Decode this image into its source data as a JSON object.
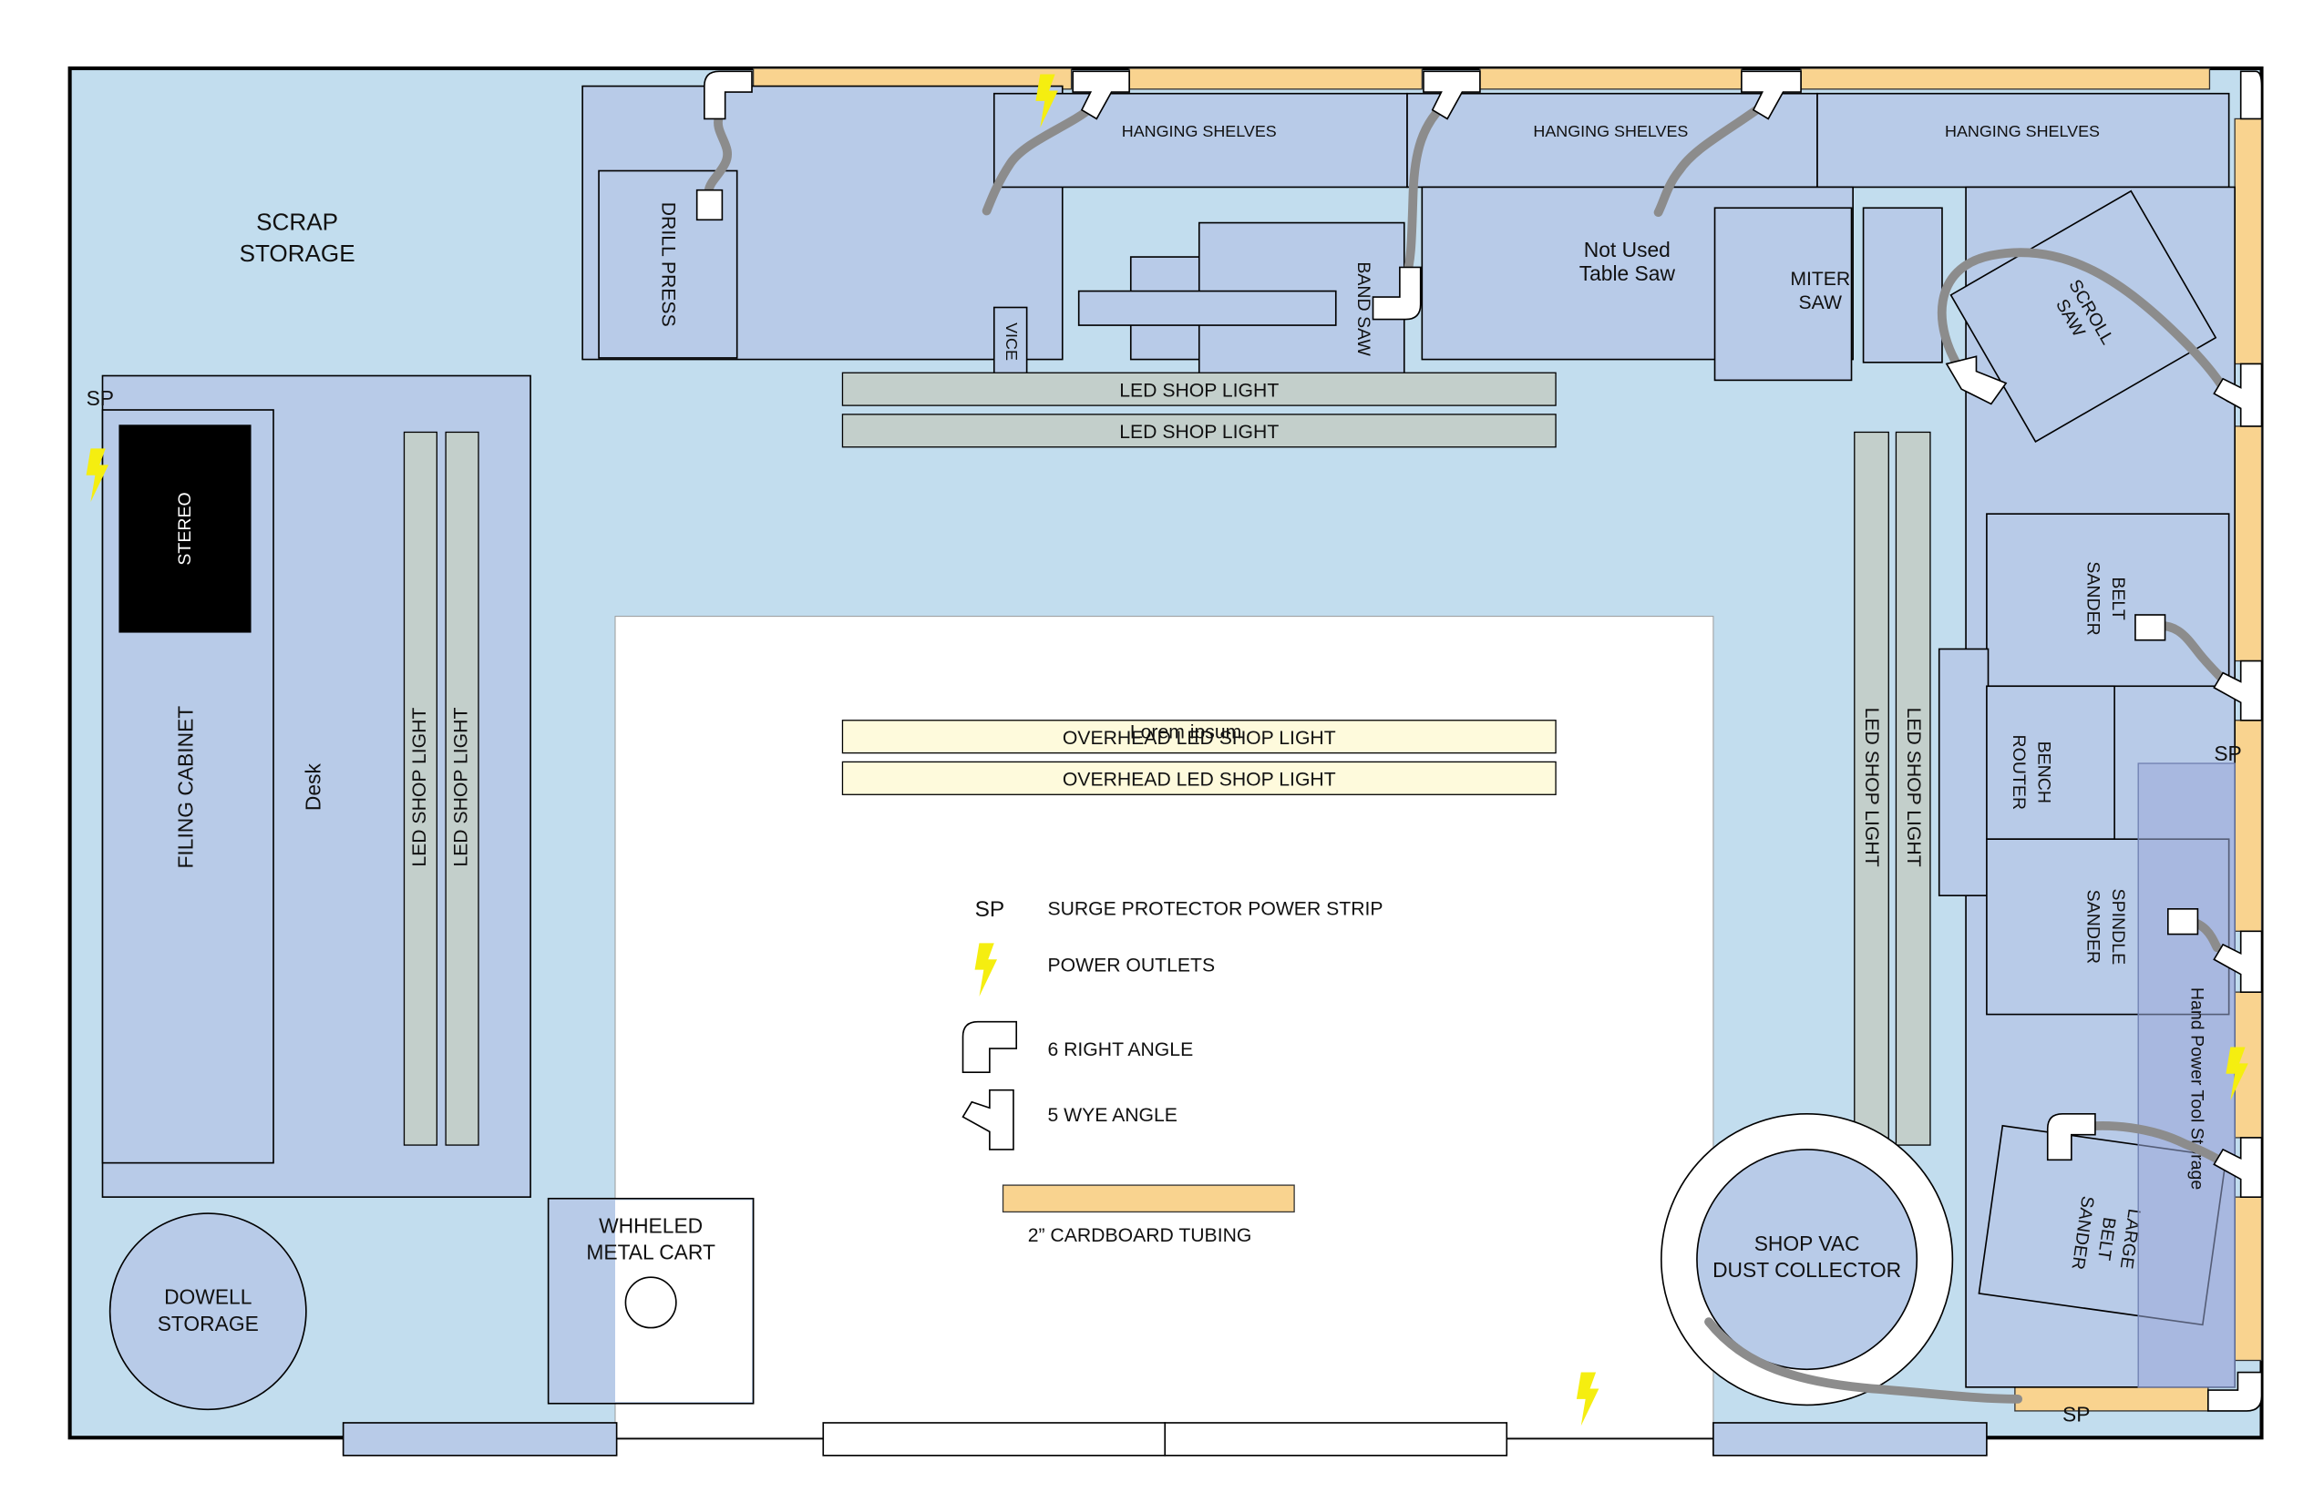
{
  "colors": {
    "room": "#c2ddee",
    "furniture": "#b8cbe8",
    "light": "#c3cfcb",
    "overhead_light": "#fefadc",
    "tubing": "#f9d38f",
    "hose": "#8c8c8c",
    "outlet": "#f5ee10",
    "stereo": "#000000",
    "center_area": "#ffffff"
  },
  "labels": {
    "scrap_storage_1": "SCRAP",
    "scrap_storage_2": "STORAGE",
    "sp_left": "SP",
    "sp_right": "SP",
    "sp_bottom": "SP",
    "stereo": "STEREO",
    "filing_cabinet": "FILING CABINET",
    "desk": "Desk",
    "drill_press": "DRILL PRESS",
    "vice": "VICE",
    "band_saw": "BAND SAW",
    "hanging_shelves_1": "HANGING SHELVES",
    "hanging_shelves_2": "HANGING SHELVES",
    "hanging_shelves_3": "HANGING SHELVES",
    "table_saw_1": "Not Used",
    "table_saw_2": "Table Saw",
    "miter_saw_1": "MITER",
    "miter_saw_2": "SAW",
    "scroll_saw_1": "SCROLL",
    "scroll_saw_2": "SAW",
    "led_top_1": "LED SHOP LIGHT",
    "led_top_2": "LED SHOP LIGHT",
    "led_left_1": "LED SHOP LIGHT",
    "led_left_2": "LED SHOP LIGHT",
    "led_right_1": "LED SHOP LIGHT",
    "led_right_2": "LED SHOP LIGHT",
    "overhead_1": "OVERHEAD LED SHOP LIGHT",
    "overhead_2": "OVERHEAD LED SHOP LIGHT",
    "lorem": "Lorem ipsum",
    "belt_sander_1": "BELT",
    "belt_sander_2": "SANDER",
    "bench_router_1": "BENCH",
    "bench_router_2": "ROUTER",
    "spindle_sander_1": "SPINDLE",
    "spindle_sander_2": "SANDER",
    "large_belt_1": "LARGE",
    "large_belt_2": "BELT",
    "large_belt_3": "SANDER",
    "hand_power_tool": "Hand Power Tool Storage",
    "shop_vac_1": "SHOP VAC",
    "shop_vac_2": "DUST COLLECTOR",
    "dowell_1": "DOWELL",
    "dowell_2": "STORAGE",
    "cart_1": "WHHELED",
    "cart_2": "METAL CART"
  },
  "legend": {
    "sp_symbol": "SP",
    "sp_text": "SURGE PROTECTOR POWER STRIP",
    "outlet_text": "POWER OUTLETS",
    "right_angle_text": "6 RIGHT ANGLE",
    "wye_text": "5 WYE ANGLE",
    "tubing_text": "2” CARDBOARD TUBING"
  }
}
